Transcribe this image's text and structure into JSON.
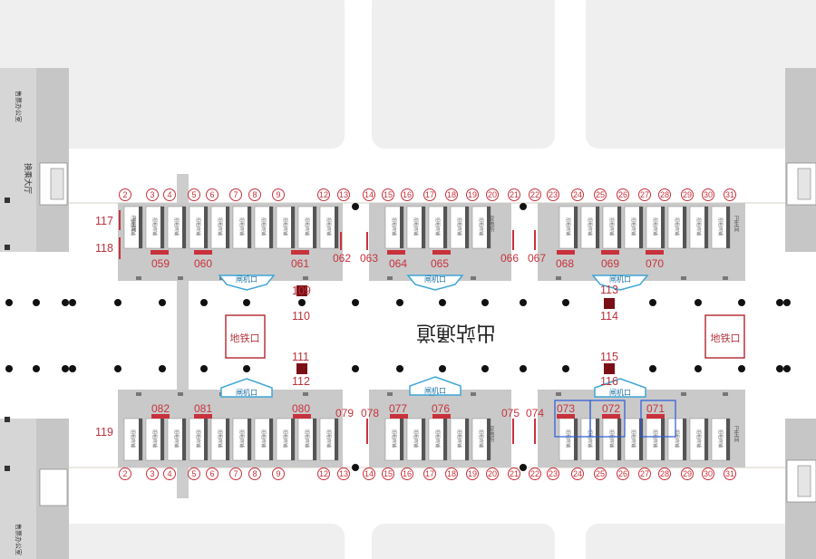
{
  "map": {
    "center_label": "出站通道",
    "metro_label": "地铁口",
    "gate_label": "闸机口",
    "side_top_labels": [
      "售票办公室",
      "换乘大厅"
    ],
    "side_bottom_labels": [
      "售票办公室"
    ],
    "shop_label": "招租商铺",
    "restroom_label": "卫生间",
    "power_label": "变电所",
    "top_column_numbers": [
      "2",
      "3",
      "4",
      "5",
      "6",
      "7",
      "8",
      "9",
      "12",
      "13",
      "14",
      "15",
      "16",
      "17",
      "18",
      "19",
      "20",
      "21",
      "22",
      "23",
      "24",
      "25",
      "26",
      "27",
      "28",
      "29",
      "30",
      "31"
    ],
    "bottom_column_numbers": [
      "2",
      "3",
      "4",
      "5",
      "6",
      "7",
      "8",
      "9",
      "12",
      "13",
      "14",
      "15",
      "16",
      "17",
      "18",
      "19",
      "20",
      "21",
      "22",
      "23",
      "24",
      "25",
      "26",
      "27",
      "28",
      "29",
      "30",
      "31"
    ],
    "top_booths": [
      "059",
      "060",
      "061",
      "062",
      "063",
      "064",
      "065",
      "066",
      "067",
      "068",
      "069",
      "070"
    ],
    "bottom_booths": [
      "082",
      "081",
      "080",
      "079",
      "078",
      "077",
      "076",
      "075",
      "074",
      "073",
      "072",
      "071"
    ],
    "side_numbers": [
      "117",
      "118",
      "119"
    ],
    "pillar_numbers": [
      "109",
      "110",
      "111",
      "112",
      "113",
      "114",
      "115",
      "116"
    ],
    "highlighted_booths": [
      "073",
      "072",
      "071"
    ],
    "colors": {
      "booth_red": "#c8323c",
      "highlight_blue": "#2a5bd7",
      "gate_blue": "#3fa6d8",
      "panel_gray": "#c9c9c9",
      "block_gray": "#efefef"
    }
  }
}
